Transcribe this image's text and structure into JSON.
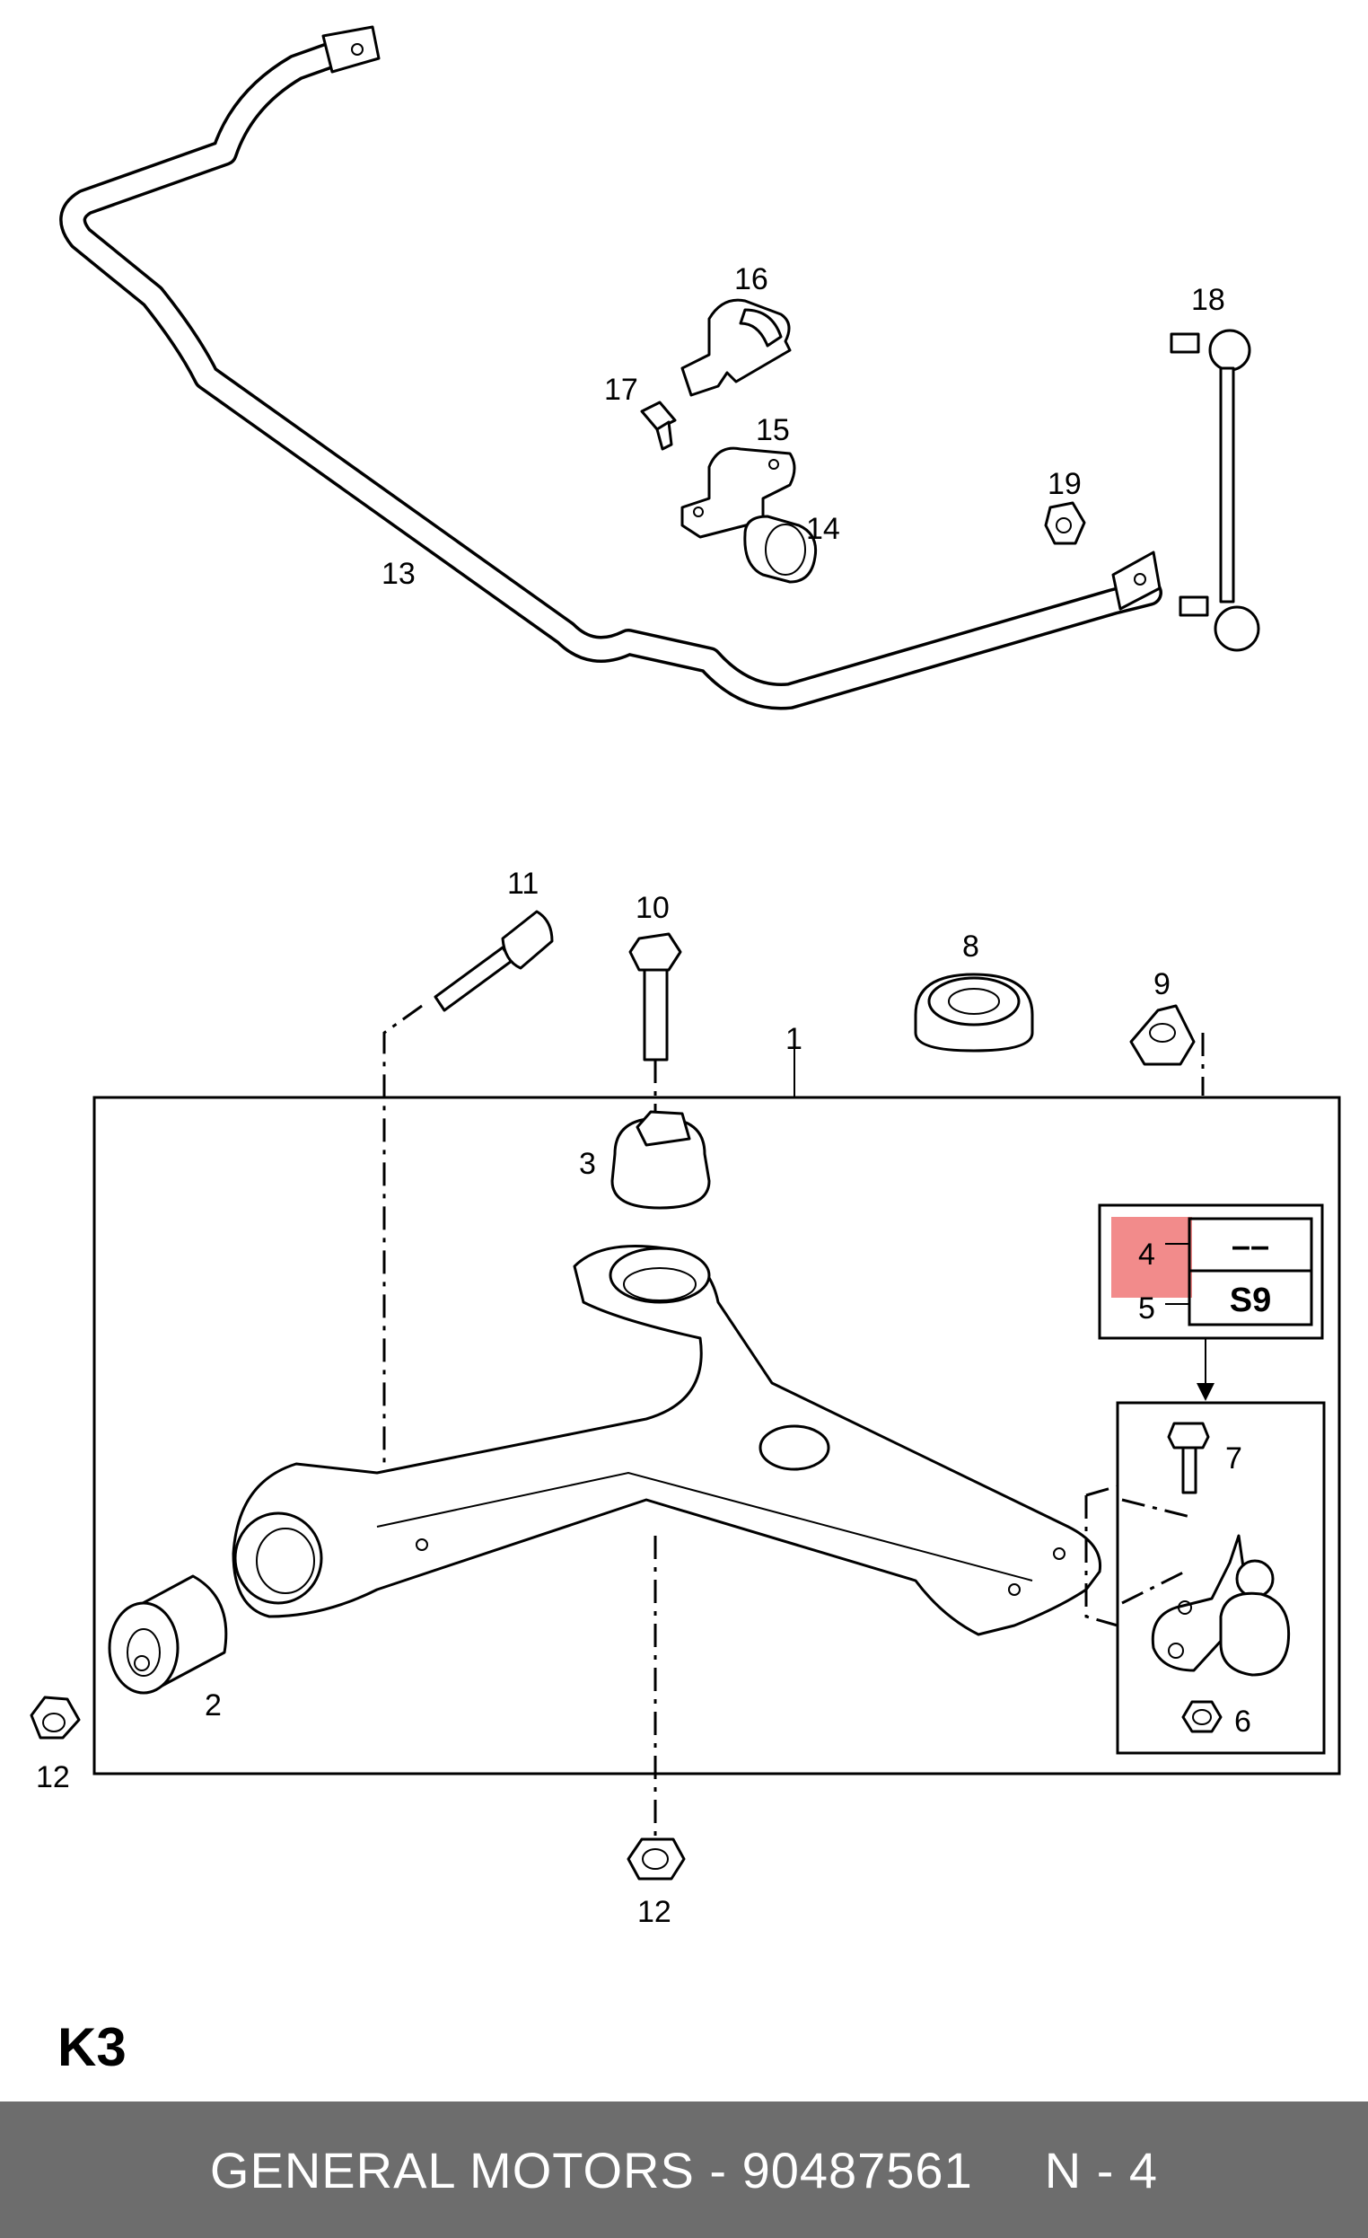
{
  "callouts": {
    "c1": "1",
    "c2": "2",
    "c3": "3",
    "c4": "4",
    "c5": "5",
    "c6": "6",
    "c7": "7",
    "c8": "8",
    "c9": "9",
    "c10": "10",
    "c11": "11",
    "c12a": "12",
    "c12b": "12",
    "c13": "13",
    "c14": "14",
    "c15": "15",
    "c16": "16",
    "c17": "17",
    "c18": "18",
    "c19": "19"
  },
  "variant_box": {
    "row1": "––",
    "row2": "S9"
  },
  "highlight_color": "#f28b8b",
  "sheet_label": "K3",
  "footer": {
    "brand_part": "GENERAL MOTORS - 90487561",
    "page": "N - 4"
  }
}
